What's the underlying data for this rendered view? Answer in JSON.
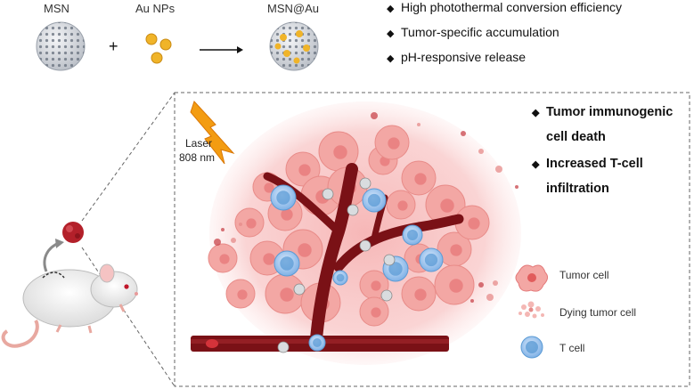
{
  "top": {
    "msn_label": "MSN",
    "au_label": "Au NPs",
    "combo_label": "MSN@Au",
    "plus": "+"
  },
  "features": [
    "High photothermal conversion efficiency",
    "Tumor-specific accumulation",
    "pH-responsive release"
  ],
  "laser": {
    "line1": "Laser",
    "line2": "808 nm"
  },
  "outcomes": [
    {
      "line1": "Tumor immunogenic",
      "line2": "cell death"
    },
    {
      "line1": "Increased T-cell",
      "line2": "infiltration"
    }
  ],
  "legend": [
    {
      "name": "Tumor cell",
      "icon": "tumor-cell-icon"
    },
    {
      "name": "Dying tumor cell",
      "icon": "dying-tumor-cell-icon"
    },
    {
      "name": "T cell",
      "icon": "t-cell-icon"
    }
  ],
  "bullet_glyph": "◆",
  "colors": {
    "gold": "#f0b429",
    "vessel": "#7a1116",
    "tumor": "#f2a4a4",
    "tcell": "#5b9bd5",
    "laser": "#f39c12"
  }
}
